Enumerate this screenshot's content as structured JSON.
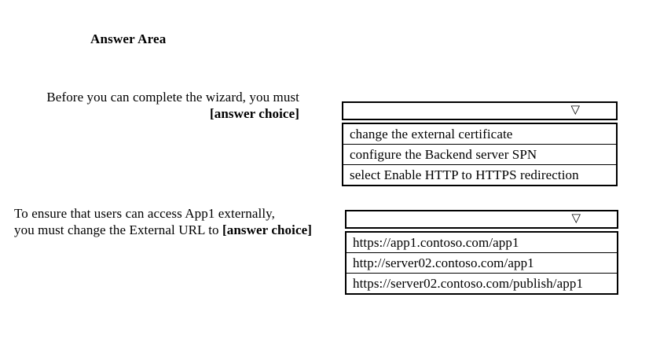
{
  "title": "Answer Area",
  "questions": [
    {
      "line1": "Before you can complete the wizard, you must",
      "answer_placeholder": "[answer choice]"
    },
    {
      "line1": "To ensure that users can access App1 externally,",
      "line2_prefix": "you must change the External URL to ",
      "answer_placeholder": "[answer choice]"
    }
  ],
  "dropdowns": [
    {
      "arrow_glyph": "▽",
      "options": [
        "change the external certificate",
        "configure the Backend server SPN",
        "select Enable HTTP to HTTPS redirection"
      ]
    },
    {
      "arrow_glyph": "▽",
      "options": [
        "https://app1.contoso.com/app1",
        "http://server02.contoso.com/app1",
        "https://server02.contoso.com/publish/app1"
      ]
    }
  ],
  "colors": {
    "background": "#ffffff",
    "text": "#000000",
    "border": "#000000"
  }
}
